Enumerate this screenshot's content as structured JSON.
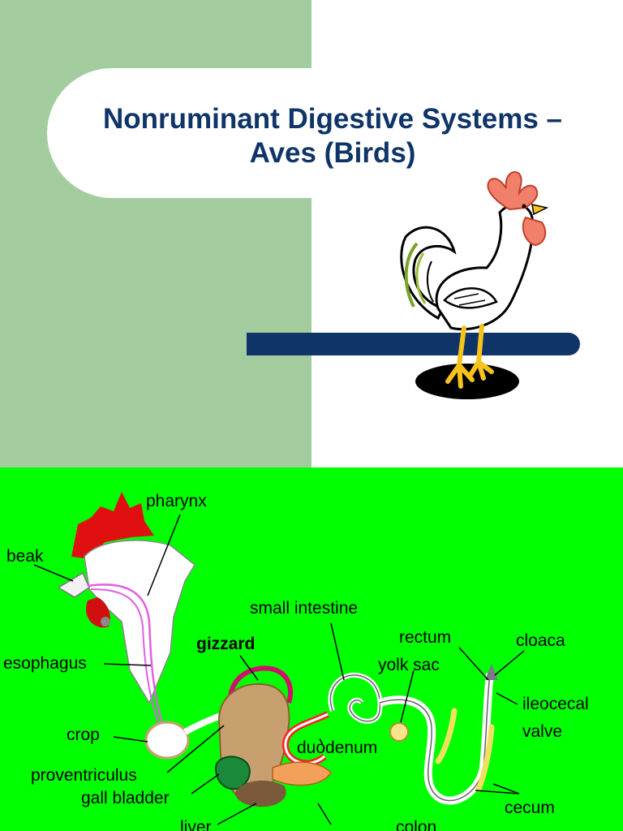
{
  "slide": {
    "title_line1": "Nonruminant Digestive Systems –",
    "title_line2": "Aves  (Birds)",
    "colors": {
      "band": "#a3cd9f",
      "title": "#0f3468",
      "bar": "#0f3468",
      "background": "#ffffff"
    }
  },
  "diagram": {
    "background": "#00ff00",
    "labels": {
      "pharynx": "pharynx",
      "beak": "beak",
      "small_intestine": "small intestine",
      "rectum": "rectum",
      "cloaca": "cloaca",
      "gizzard": "gizzard",
      "esophagus": "esophagus",
      "yolk_sac": "yolk sac",
      "ileocecal": "ileocecal",
      "valve": "valve",
      "crop": "crop",
      "duodenum": "duodenum",
      "proventriculus": "proventriculus",
      "gall_bladder": "gall bladder",
      "liver": "liver",
      "colon": "colon",
      "cecum": "cecum"
    }
  }
}
